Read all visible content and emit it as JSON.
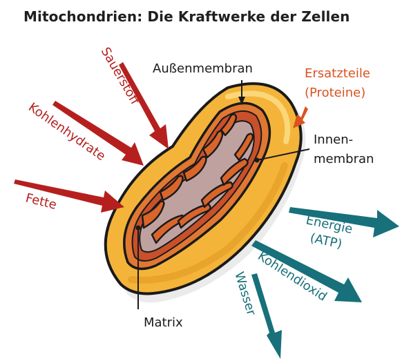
{
  "title": "Mitochondrien: Die Kraftwerke der Zellen",
  "inputs": {
    "sauerstoff": "Sauerstoff",
    "kohlenhydrate": "Kohlenhydrate",
    "fette": "Fette"
  },
  "structures": {
    "aussenmembran": "Außenmembran",
    "innenmembran_1": "Innen-",
    "innenmembran_2": "membran",
    "matrix": "Matrix"
  },
  "ersatzteile": {
    "line1": "Ersatzteile",
    "line2": "(Proteine)"
  },
  "outputs": {
    "energie_1": "Energie",
    "energie_2": "(ATP)",
    "kohlendioxid": "Kohlendioxid",
    "wasser": "Wasser"
  },
  "colors": {
    "input_red": "#b5201f",
    "protein_orange": "#d9521f",
    "output_teal": "#17707a",
    "outer_yellow": "#f4b43a",
    "inner_orange": "#e07832",
    "matrix_gray": "#bfa2a0",
    "label_dark": "#1a1a1a"
  }
}
